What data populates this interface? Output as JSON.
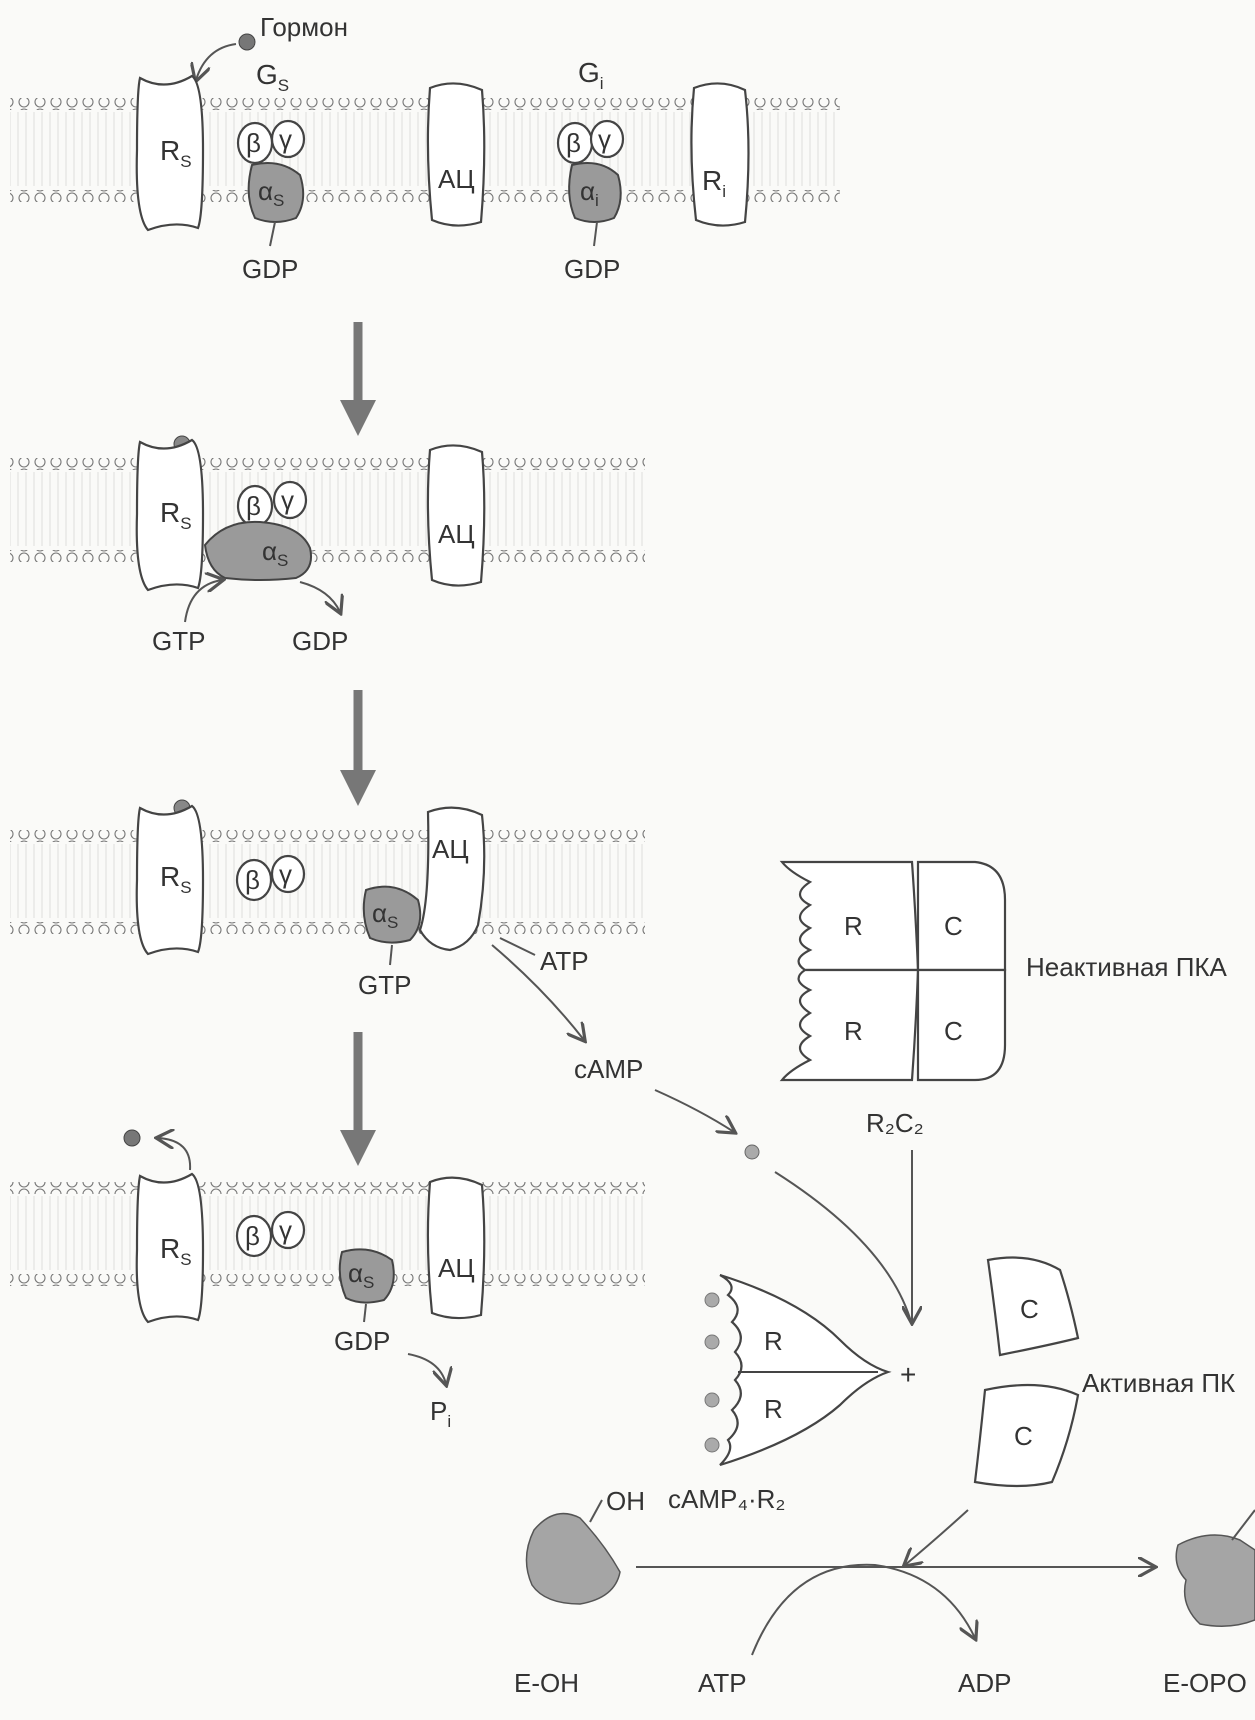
{
  "hormone": "Гормон",
  "proteins": {
    "Rs": "R",
    "Rs_sub": "S",
    "Ri": "R",
    "Ri_sub": "i",
    "Gs": "G",
    "Gs_sub": "S",
    "Gi": "G",
    "Gi_sub": "i",
    "ac": "АЦ",
    "alpha_s": "α",
    "alpha_s_sub": "S",
    "alpha_i": "α",
    "alpha_i_sub": "i",
    "beta": "β",
    "gamma": "γ",
    "R": "R",
    "C": "C"
  },
  "molecules": {
    "GDP": "GDP",
    "GTP": "GTP",
    "ATP": "ATP",
    "ADP": "ADP",
    "cAMP": "cAMP",
    "Pi": "P",
    "Pi_sub": "i",
    "E_OH": "E-OH",
    "OH": "OH",
    "E_OPO": "E-OPO"
  },
  "pka": {
    "inactive": "Неактивная ПКА",
    "active": "Активная ПК",
    "r2c2": "R₂C₂",
    "camp4r2": "cAMP₄·R₂",
    "plus": "+"
  }
}
